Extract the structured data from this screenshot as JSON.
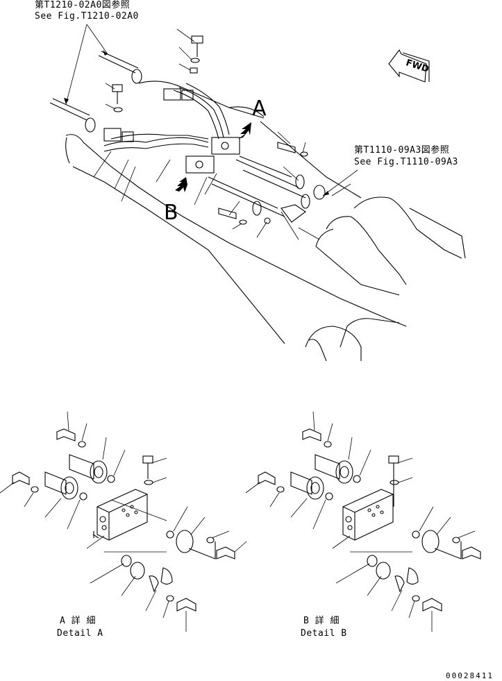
{
  "ref_top": {
    "jp": "第T1210-02A0図参照",
    "en": "See Fig.T1210-02A0"
  },
  "ref_right": {
    "jp": "第T1110-09A3図参照",
    "en": "See Fig.T1110-09A3"
  },
  "fwd_label": "FWD",
  "view_a_label": "A",
  "view_b_label": "B",
  "detail_a": {
    "jp": "A 詳 細",
    "en": "Detail A"
  },
  "detail_b": {
    "jp": "B 詳 細",
    "en": "Detail B"
  },
  "drawing_number": "00028411"
}
